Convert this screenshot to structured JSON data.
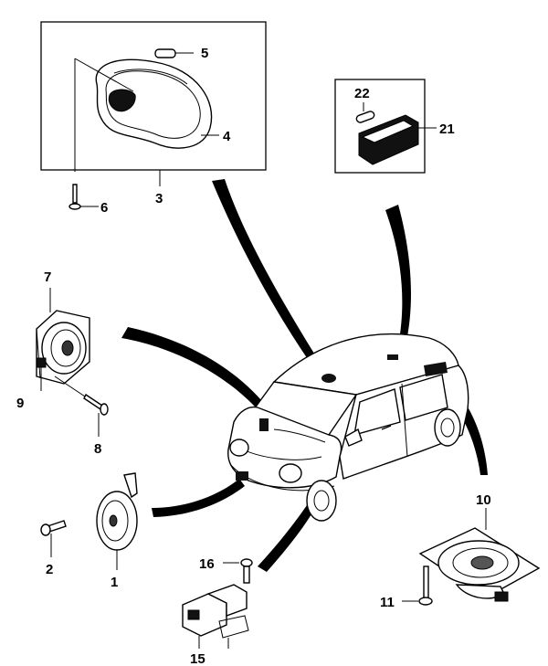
{
  "callouts": {
    "c1": "1",
    "c2": "2",
    "c3": "3",
    "c4": "4",
    "c5": "5",
    "c6": "6",
    "c7": "7",
    "c8": "8",
    "c9": "9",
    "c10": "10",
    "c11": "11",
    "c15": "15",
    "c16": "16",
    "c21": "21",
    "c22": "22"
  },
  "colors": {
    "ink": "#000000",
    "background": "#ffffff"
  }
}
